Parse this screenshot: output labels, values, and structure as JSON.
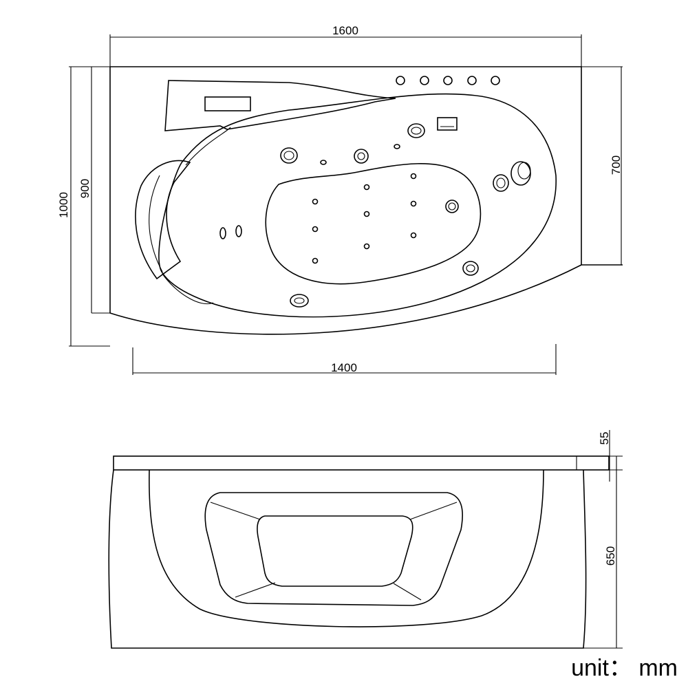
{
  "dimensions": {
    "top_width": "1600",
    "top_depth_total": "1000",
    "top_depth_left": "900",
    "top_depth_right": "700",
    "bottom_width": "1400",
    "rim_height": "55",
    "side_height": "650"
  },
  "unit_label": "unit： mm"
}
